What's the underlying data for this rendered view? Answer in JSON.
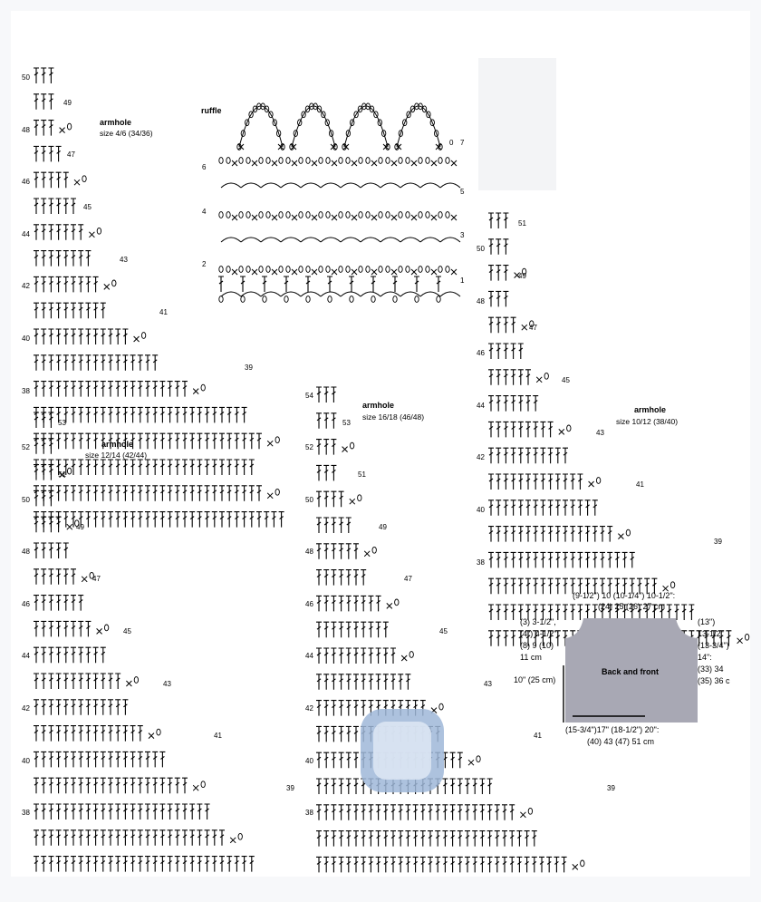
{
  "ruffle_label": "ruffle",
  "ruffle_rows_left": [
    "6",
    "4",
    "2"
  ],
  "ruffle_rows_right": [
    "7",
    "5",
    "3",
    "1"
  ],
  "ruffle_row0": "0",
  "charts": [
    {
      "id": "size-4-6",
      "title": "armhole",
      "subtitle": "size 4/6 (34/36)",
      "row_numbers": [
        "50",
        "48",
        "46",
        "44",
        "42",
        "40",
        "38"
      ],
      "side_numbers": [
        "49",
        "47",
        "45",
        "43",
        "41",
        "39"
      ]
    },
    {
      "id": "size-12-14",
      "title": "armhole",
      "subtitle": "size 12/14 (42/44)",
      "row_numbers": [
        "52",
        "50",
        "48",
        "46",
        "44",
        "42",
        "40",
        "38"
      ],
      "side_numbers": [
        "53",
        "51",
        "49",
        "47",
        "45",
        "43",
        "41",
        "39"
      ]
    },
    {
      "id": "size-16-18",
      "title": "armhole",
      "subtitle": "size 16/18 (46/48)",
      "row_numbers": [
        "54",
        "52",
        "50",
        "48",
        "46",
        "44",
        "42",
        "40",
        "38"
      ],
      "side_numbers": [
        "53",
        "51",
        "49",
        "47",
        "45",
        "43",
        "41",
        "39"
      ]
    },
    {
      "id": "size-10-12",
      "title": "armhole",
      "subtitle": "size 10/12 (38/40)",
      "row_numbers": [
        "50",
        "48",
        "46",
        "44",
        "42",
        "40",
        "38"
      ],
      "side_numbers": [
        "51",
        "49",
        "47",
        "45",
        "43",
        "41",
        "39"
      ]
    }
  ],
  "schematic": {
    "label": "Back and front",
    "top_line1": "(9-1/2\") 10 (10-1/4\") 10-1/2\":",
    "top_line2": "(24) 25 (26) 27 cm",
    "left_line1": "(3) 3-1/2\",",
    "left_line2": "(4\") 4-1/2\":",
    "left_line3": "(8) 9 (10)",
    "left_line4": "11 cm",
    "height_label": "10\" (25 cm)",
    "right_line1": "(13\")",
    "right_line2": "13-1/2\"",
    "right_line3": "(13-3/4\")",
    "right_line4": "14\":",
    "right_line5": "(33) 34",
    "right_line6": "(35) 36 c",
    "bottom_line1": "(15-3/4\")17\" (18-1/2\") 20\":",
    "bottom_line2": "(40) 43 (47) 51 cm",
    "fill_color": "#a8a8b4"
  }
}
